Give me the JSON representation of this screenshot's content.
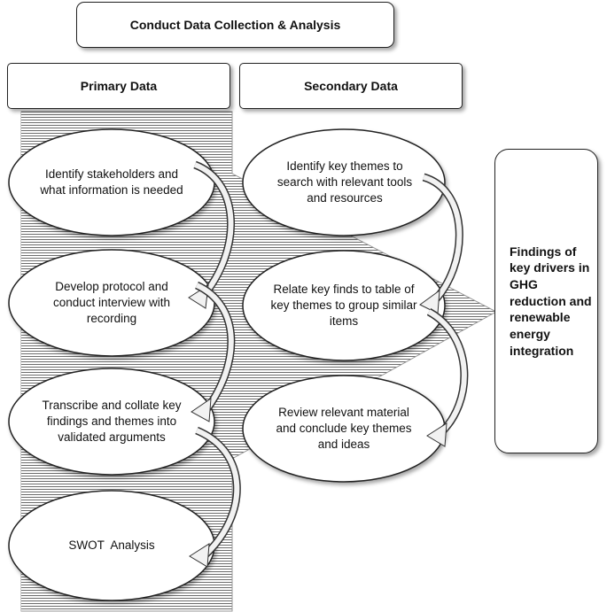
{
  "title": "Conduct Data Collection & Analysis",
  "headers": {
    "primary": "Primary Data",
    "secondary": "Secondary Data"
  },
  "primary_steps": [
    "Identify stakeholders and what information is needed",
    "Develop protocol and conduct interview with recording",
    "Transcribe and collate key findings and themes into validated arguments",
    "SWOT  Analysis"
  ],
  "secondary_steps": [
    "Identify key themes to search with relevant tools and resources",
    "Relate key finds to table of key themes to group similar items",
    "Review relevant material and conclude key themes and ideas"
  ],
  "findings": "Findings of key drivers in GHG reduction and renewable energy integration"
}
